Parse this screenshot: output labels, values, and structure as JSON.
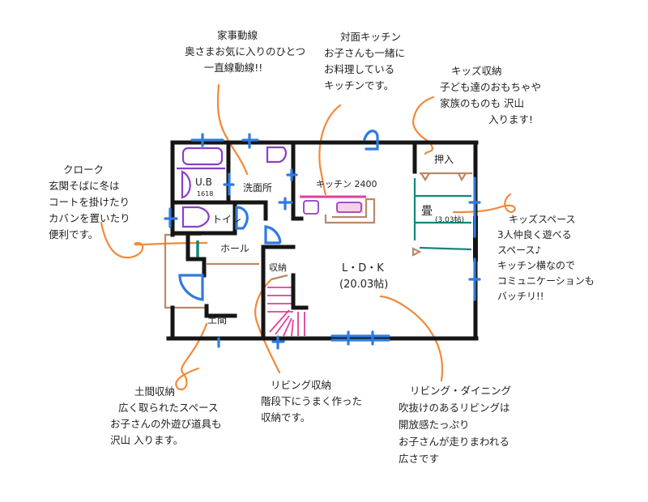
{
  "colors": {
    "wall": "#151515",
    "window_door": "#2f7be0",
    "leader": "#f08a3a",
    "bath_fixture": "#8b3fc7",
    "kitchen": "#e0409a",
    "stairs": "#e0409a",
    "furniture": "#b98a68",
    "tatami": "#12877a"
  },
  "rooms": {
    "ub": "U.B",
    "ub_size": "1618",
    "washroom": "洗面所",
    "kitchen": "キッチン 2400",
    "toilet": "トイレ",
    "hall": "ホール",
    "storage": "収納",
    "doma": "土間",
    "oshiire": "押入",
    "tatami": "畳",
    "tatami_size": "(3.03帖)",
    "ldk": "L・D・K",
    "ldk_size": "(20.03帖)"
  },
  "annotations": {
    "housework": [
      "家事動線",
      "奥さまお気に入りのひとつ",
      "一直線動線!!"
    ],
    "kitchen": [
      "対面キッチン",
      "お子さんも一緒に",
      "お料理している",
      "キッチンです。"
    ],
    "kids_storage": [
      "キッズ収納",
      "子ども達のおもちゃや",
      "家族のものも 沢山",
      "入ります!"
    ],
    "kids_space": [
      "キッズスペース",
      "3人仲良く遊べる",
      "スペース♪",
      "キッチン横なので",
      "コミュニケーションも",
      "バッチリ!!"
    ],
    "cloak": [
      "クローク",
      "玄関そばに冬は",
      "コートを掛けたり",
      "カバンを置いたり",
      "便利です。"
    ],
    "doma_storage": [
      "土間収納",
      "広く取られたスペース",
      "お子さんの外遊び道具も",
      "沢山 入ります。"
    ],
    "living_storage": [
      "リビング収納",
      "階段下にうまく作った",
      "収納です。"
    ],
    "living_dining": [
      "リビング・ダイニング",
      "吹抜けのあるリビングは",
      "開放感たっぷり",
      "お子さんが走りまわれる",
      "広さです"
    ]
  }
}
